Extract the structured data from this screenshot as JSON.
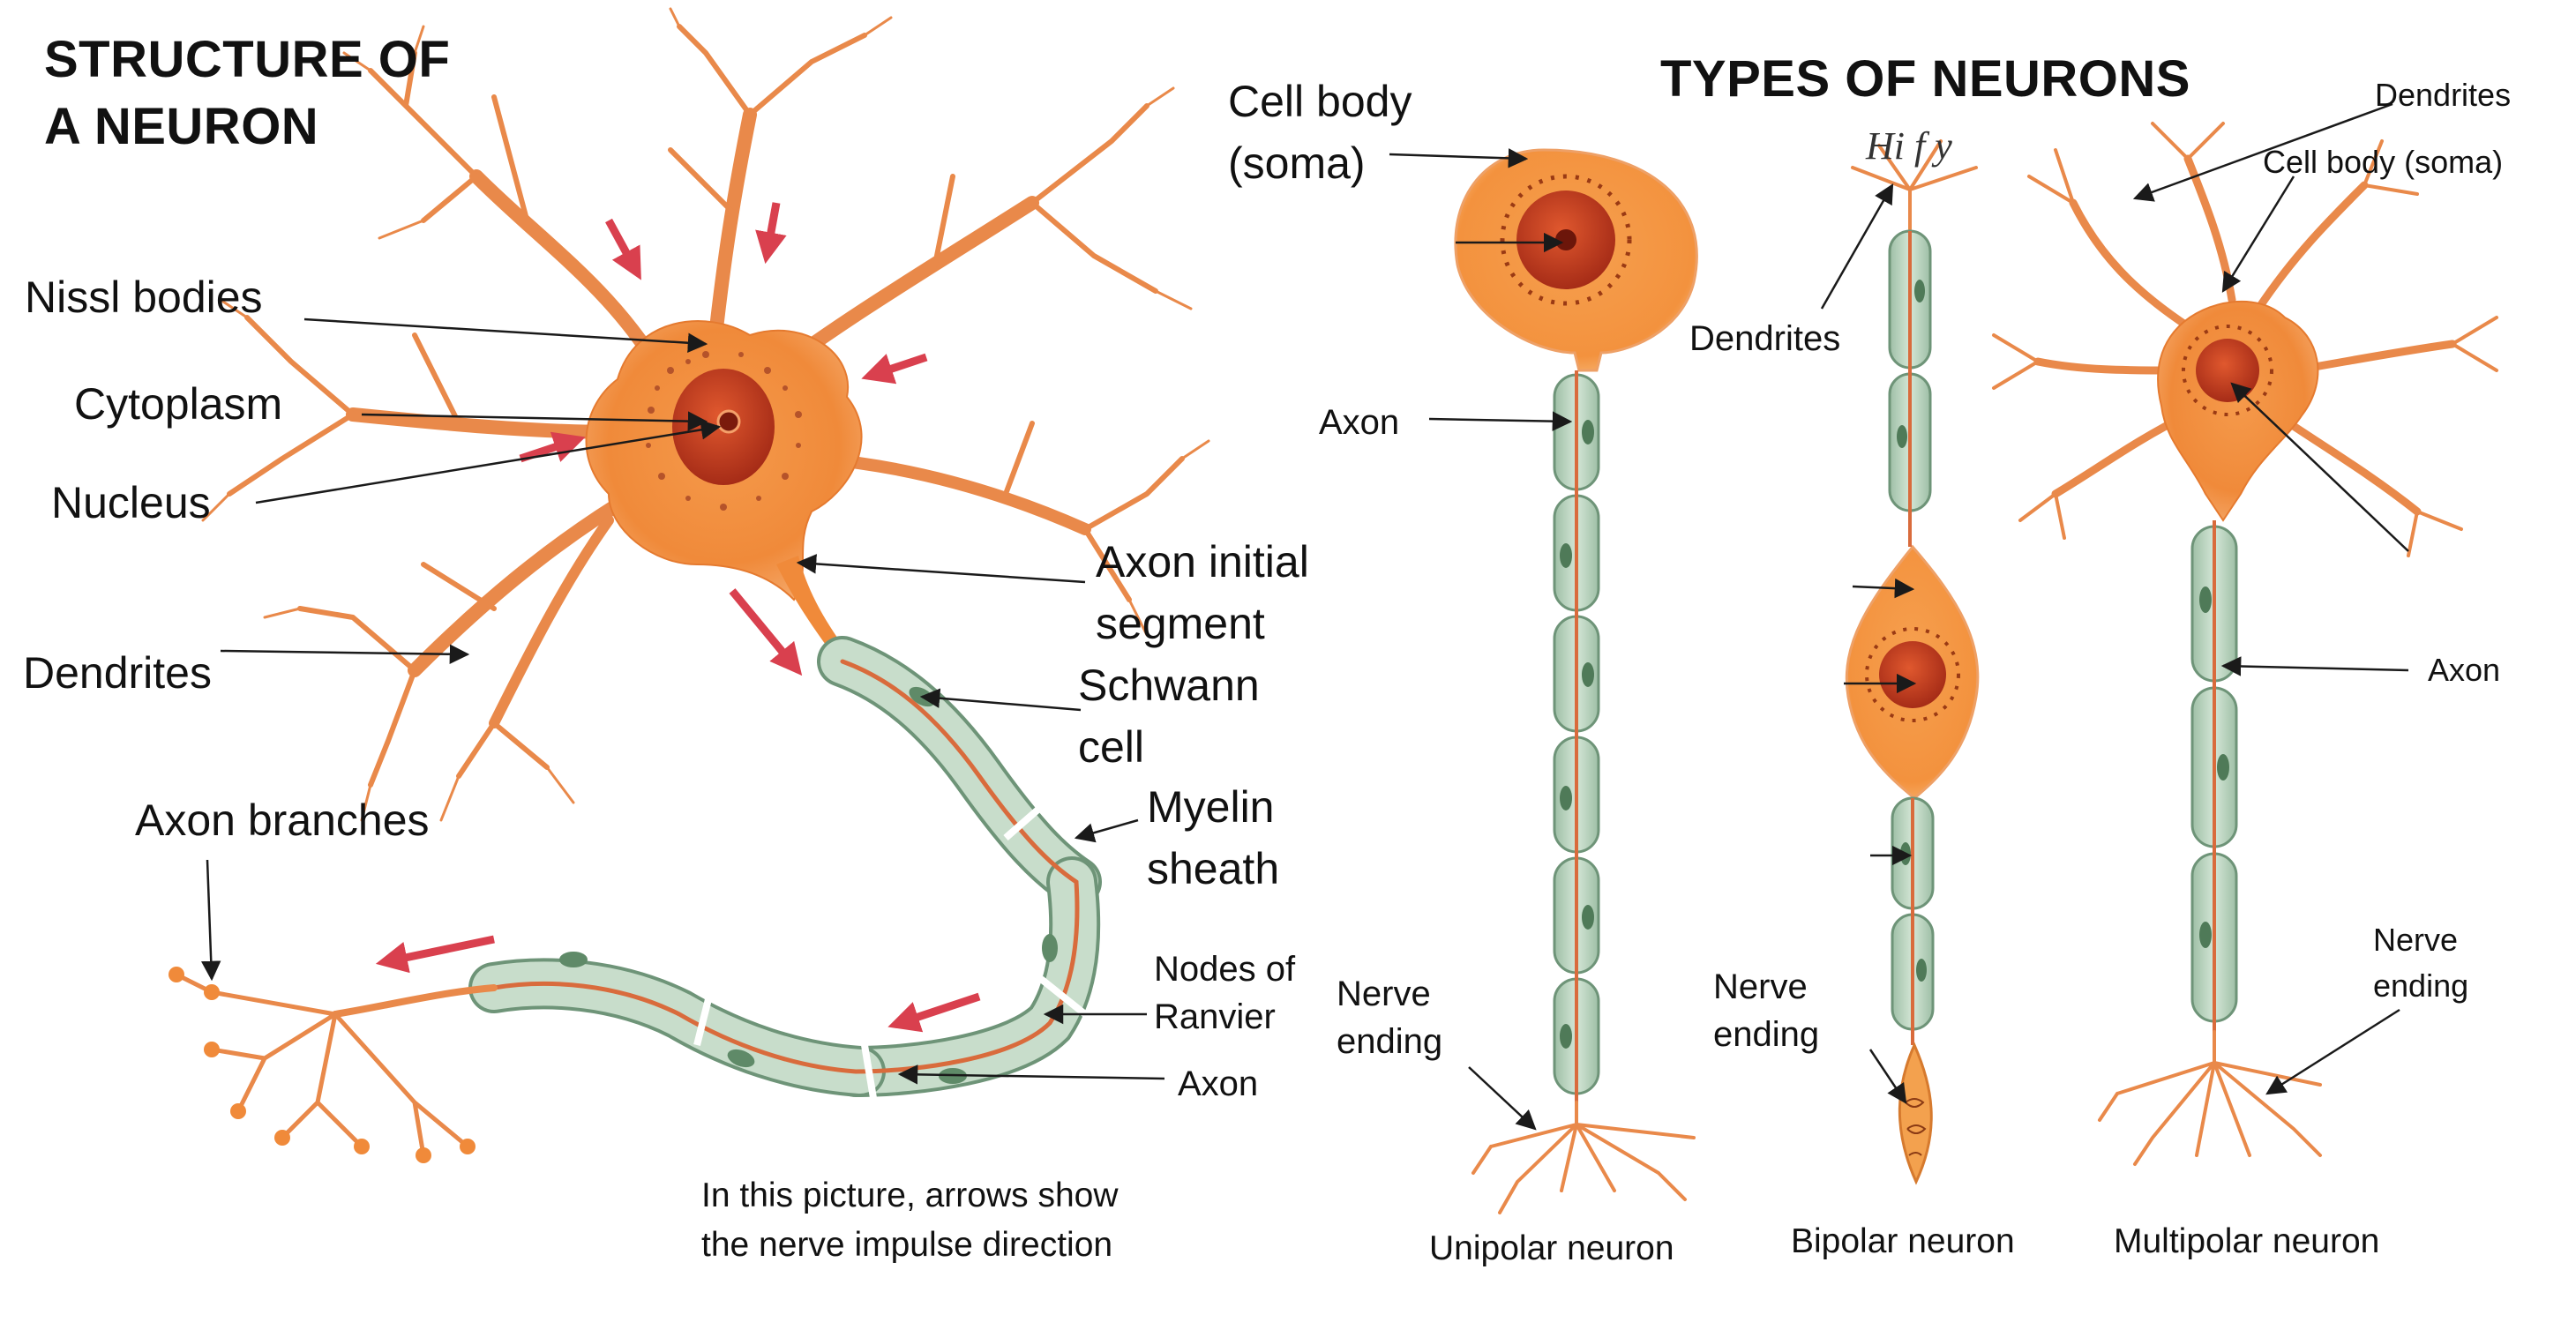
{
  "left_panel": {
    "title": "STRUCTURE OF\nA NEURON",
    "labels": {
      "nissl_bodies": "Nissl bodies",
      "cytoplasm": "Cytoplasm",
      "nucleus": "Nucleus",
      "dendrites": "Dendrites",
      "axon_initial_segment": "Axon initial\nsegment",
      "schwann_cell": "Schwann\ncell",
      "myelin_sheath": "Myelin\nsheath",
      "axon_branches": "Axon branches",
      "nodes_of_ranvier": "Nodes of\nRanvier",
      "axon": "Axon"
    },
    "caption": "In this picture, arrows show\nthe nerve impulse direction"
  },
  "right_panel": {
    "title": "TYPES OF NEURONS",
    "unipolar": {
      "cell_body": "Cell body\n(soma)",
      "axon": "Axon",
      "nerve_ending": "Nerve\nending",
      "caption": "Unipolar neuron"
    },
    "bipolar": {
      "signature": "Hi f y",
      "dendrites": "Dendrites",
      "nerve_ending": "Nerve\nending",
      "caption": "Bipolar neuron"
    },
    "multipolar": {
      "dendrites": "Dendrites",
      "cell_body": "Cell body (soma)",
      "axon": "Axon",
      "nerve_ending": "Nerve\nending",
      "caption": "Multipolar neuron"
    }
  },
  "colors": {
    "soma": "#f08a3a",
    "soma_light": "#f7b77a",
    "nucleus": "#c23a1e",
    "dendrite": "#e9894a",
    "myelin": "#b9d2bf",
    "myelin_edge": "#6e9478",
    "impulse_arrow": "#d9404e",
    "leader_line": "#1a1a1a"
  }
}
